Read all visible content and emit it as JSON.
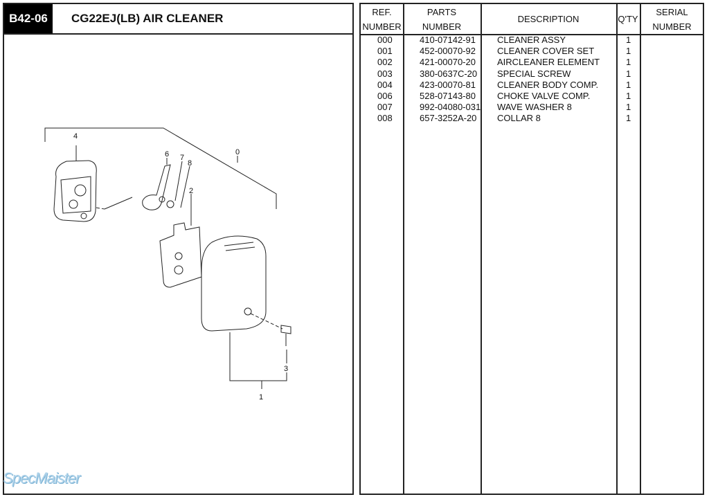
{
  "header": {
    "code": "B42-06",
    "title": "CG22EJ(LB)  AIR CLEANER"
  },
  "table": {
    "headers": {
      "ref": [
        "REF.",
        "NUMBER"
      ],
      "parts": [
        "PARTS",
        "NUMBER"
      ],
      "description": "DESCRIPTION",
      "qty": "Q'TY",
      "serial": [
        "SERIAL",
        "NUMBER"
      ]
    },
    "rows": [
      {
        "ref": "000",
        "part": "410-07142-91",
        "desc": "CLEANER ASSY",
        "qty": "1"
      },
      {
        "ref": "001",
        "part": "452-00070-92",
        "desc": "CLEANER COVER SET",
        "qty": "1"
      },
      {
        "ref": "002",
        "part": "421-00070-20",
        "desc": "AIRCLEANER ELEMENT",
        "qty": "1"
      },
      {
        "ref": "003",
        "part": "380-0637C-20",
        "desc": "SPECIAL SCREW",
        "qty": "1"
      },
      {
        "ref": "004",
        "part": "423-00070-81",
        "desc": "CLEANER BODY COMP.",
        "qty": "1"
      },
      {
        "ref": "006",
        "part": "528-07143-80",
        "desc": "CHOKE VALVE COMP.",
        "qty": "1"
      },
      {
        "ref": "007",
        "part": "992-04080-031",
        "desc": "WAVE WASHER 8",
        "qty": "1"
      },
      {
        "ref": "008",
        "part": "657-3252A-20",
        "desc": "COLLAR 8",
        "qty": "1"
      }
    ]
  },
  "diagram": {
    "callouts": {
      "c0": "0",
      "c1": "1",
      "c2": "2",
      "c3": "3",
      "c4": "4",
      "c6": "6",
      "c7": "7",
      "c8": "8"
    }
  },
  "watermark": "SpecMaister"
}
